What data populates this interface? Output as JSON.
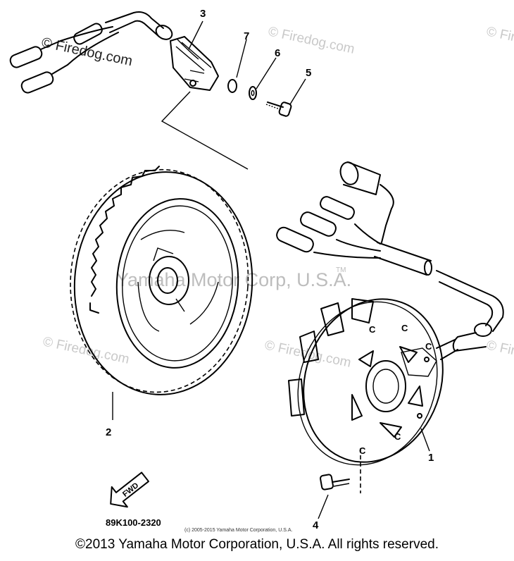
{
  "watermarks": {
    "firedog_small": "© Firedog.com",
    "firedog_large": "© Firedog.com",
    "yamaha": "Yamaha Motor Corp, U.S.A.",
    "tm": "TM"
  },
  "callouts": {
    "c1": "1",
    "c2": "2",
    "c3": "3",
    "c4": "4",
    "c5": "5",
    "c6": "6",
    "c7": "7"
  },
  "fwd_label": "FWD",
  "part_number": "89K100-2320",
  "bottom_small": "(c) 2005-2015 Yamaha Motor Corporation, U.S.A.",
  "footer": "©2013 Yamaha Motor Corporation, U.S.A. All rights reserved.",
  "stator_marks": [
    "C",
    "C",
    "C",
    "C",
    "C"
  ]
}
